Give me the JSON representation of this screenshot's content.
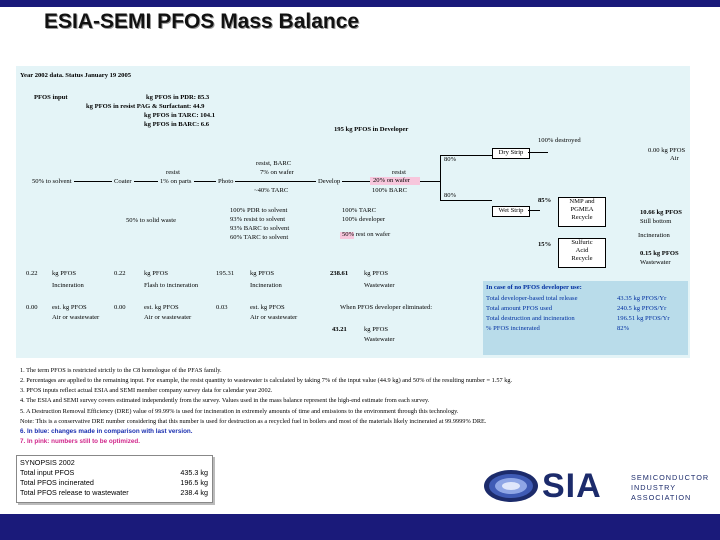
{
  "title": "ESIA-SEMI PFOS Mass Balance",
  "diagram": {
    "status": "Year 2002 data. Status January 19 2005",
    "inputs": [
      "PFOS input",
      "kg PFOS in PDR: 85.3",
      "kg PFOS in resist PAG & Surfactant: 44.9",
      "kg PFOS in TARC: 104.1",
      "kg PFOS in BARC: 6.6"
    ],
    "resist_label": "resist",
    "resist_on_parts": "1% on parts",
    "pct_to_solvent": "50% to solvent",
    "coater": "Coater",
    "photo": "Photo",
    "develop": "Develop",
    "resist_barc": [
      "resist, BARC",
      "7% on wafer"
    ],
    "less_tarc": "~40% TARC",
    "resist2_label": "resist",
    "on_wafer": "20% on wafer",
    "barc_pct": "100% BARC",
    "pct80a": "80%",
    "pct80b": "80%",
    "kg_developer": "195 kg PFOS in Developer",
    "destroyed": "100% destroyed",
    "dry_strip": "Dry Strip",
    "kg_air_label": "0.00 kg PFOS",
    "air": "Air",
    "pct85": "85%",
    "pct15": "15%",
    "wet_strip": "Wet Strip",
    "nmp_pgmea": [
      "NMP and",
      "PGMEA"
    ],
    "recycle": "Recycle",
    "kg_still": "10.66 kg PFOS",
    "still_bottom": "Still bottom",
    "incineration_sup": "Incineration",
    "sulfuric": [
      "Sulfuric",
      "Acid",
      "Recycle"
    ],
    "kg_ww": "0.15 kg PFOS",
    "wastewater": "Wastewater",
    "solid_waste": "50% to solid waste",
    "left_pcts": [
      "100% PDR to solvent",
      "93% resist to solvent",
      "93% BARC to solvent",
      "60% TARC to solvent"
    ],
    "right_pcts": [
      "100% TARC",
      "100% developer",
      "50% rest on wafer"
    ],
    "row1": [
      {
        "v": "0.22",
        "l": "kg PFOS"
      },
      {
        "v": "0.22",
        "l": "kg PFOS"
      },
      {
        "v": "195.31",
        "l": "kg PFOS"
      },
      {
        "v": "238.61",
        "l": "kg PFOS"
      }
    ],
    "incineration": [
      "Incineration",
      "Flash to incineration",
      "Incineration",
      "Wastewater"
    ],
    "row2": [
      {
        "v": "0.00",
        "l": "est. kg PFOS"
      },
      {
        "v": "0.00",
        "l": "est. kg PFOS"
      },
      {
        "v": "0.03",
        "l": "est. kg PFOS"
      },
      {
        "v": "",
        "l": "When PFOS developer eliminated:"
      }
    ],
    "air_ww": [
      "Air or wastewater",
      "Air or wastewater",
      "Air or wastewater"
    ],
    "kg_4321": "43.21",
    "kg_4321_label": "kg PFOS",
    "wastewater2": "Wastewater",
    "info": {
      "heading": "In case of no PFOS developer use:",
      "rows": [
        {
          "l": "Total developer-based total release",
          "v": "43.35 kg PFOS/Yr"
        },
        {
          "l": "Total amount PFOS used",
          "v": "240.5 kg PFOS/Yr"
        },
        {
          "l": "Total destruction and incineration",
          "v": "196.51 kg PFOS/Yr"
        },
        {
          "l": "% PFOS incinerated",
          "v": "82%"
        }
      ]
    }
  },
  "footnotes": [
    "1. The term PFOS is restricted strictly to the C8 homologue of the PFAS family.",
    "2. Percentages are applied to the remaining input. For example, the resist quantity to wastewater is calculated by taking 7% of the input value (44.9 kg) and 50% of the resulting number = 1.57 kg.",
    "3. PFOS inputs reflect actual ESIA and SEMI member company survey data for calendar year 2002.",
    "4. The ESIA and SEMI survey covers estimated independently from the survey. Values used in the mass balance represent the high-end estimate from each survey.",
    "5. A Destruction Removal Efficiency (DRE) value of 99.99% is used for incineration in extremely amounts of time and emissions to the environment through this technology.",
    "   Note: This is a conservative DRE number considering that this number is used for destruction as a recycled fuel in boilers and most of the materials likely incinerated at 99.9999% DRE.",
    "6. In blue: changes made in comparison with last version.",
    "7. In pink: numbers still to be optimized."
  ],
  "synopsis": {
    "title": "SYNOPSIS 2002",
    "rows": [
      {
        "l": "Total input PFOS",
        "v": "435.3 kg"
      },
      {
        "l": "Total PFOS incinerated",
        "v": "196.5 kg"
      },
      {
        "l": "Total PFOS release to wastewater",
        "v": "238.4 kg"
      }
    ]
  },
  "logo": {
    "text": "SIA",
    "sub": [
      "SEMICONDUCTOR",
      "INDUSTRY",
      "ASSOCIATION"
    ]
  },
  "colors": {
    "bar": "#1a1a7a",
    "diagram_bg": "#e4f4f7",
    "info_bg": "#b9dcea",
    "pink": "#f7c6dc",
    "blue_note": "#1a2fb0",
    "pink_note": "#d0258a"
  }
}
